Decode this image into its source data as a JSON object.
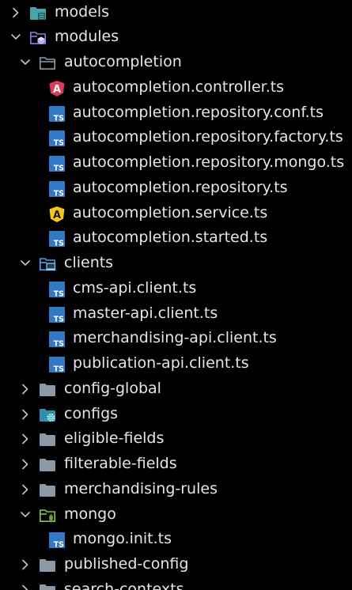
{
  "colors": {
    "background": "#000000",
    "text": "#e6e6e6",
    "chevron": "#c5c5c5",
    "folder_gray": "#8c9aa8",
    "folder_teal": "#4aa3a6",
    "folder_blue": "#42a5f5",
    "folder_mongo": "#8bc34a",
    "ts_blue": "#3178c6",
    "angular_red": "#dd3a59",
    "angular_yellow": "#f5c518"
  },
  "tree": [
    {
      "label": "models",
      "type": "folder",
      "icon": "folder-models-icon",
      "state": "collapsed",
      "depth": 0
    },
    {
      "label": "modules",
      "type": "folder",
      "icon": "folder-modules-open-icon",
      "state": "expanded",
      "depth": 0
    },
    {
      "label": "autocompletion",
      "type": "folder",
      "icon": "folder-open-icon",
      "state": "expanded",
      "depth": 1
    },
    {
      "label": "autocompletion.controller.ts",
      "type": "file",
      "icon": "angular-controller-icon",
      "depth": 2
    },
    {
      "label": "autocompletion.repository.conf.ts",
      "type": "file",
      "icon": "typescript-icon",
      "depth": 2
    },
    {
      "label": "autocompletion.repository.factory.ts",
      "type": "file",
      "icon": "typescript-icon",
      "depth": 2
    },
    {
      "label": "autocompletion.repository.mongo.ts",
      "type": "file",
      "icon": "typescript-icon",
      "depth": 2
    },
    {
      "label": "autocompletion.repository.ts",
      "type": "file",
      "icon": "typescript-icon",
      "depth": 2
    },
    {
      "label": "autocompletion.service.ts",
      "type": "file",
      "icon": "angular-service-icon",
      "depth": 2
    },
    {
      "label": "autocompletion.started.ts",
      "type": "file",
      "icon": "typescript-icon",
      "depth": 2
    },
    {
      "label": "clients",
      "type": "folder",
      "icon": "folder-client-open-icon",
      "state": "expanded",
      "depth": 1
    },
    {
      "label": "cms-api.client.ts",
      "type": "file",
      "icon": "typescript-icon",
      "depth": 2
    },
    {
      "label": "master-api.client.ts",
      "type": "file",
      "icon": "typescript-icon",
      "depth": 2
    },
    {
      "label": "merchandising-api.client.ts",
      "type": "file",
      "icon": "typescript-icon",
      "depth": 2
    },
    {
      "label": "publication-api.client.ts",
      "type": "file",
      "icon": "typescript-icon",
      "depth": 2
    },
    {
      "label": "config-global",
      "type": "folder",
      "icon": "folder-icon",
      "state": "collapsed",
      "depth": 1
    },
    {
      "label": "configs",
      "type": "folder",
      "icon": "folder-config-icon",
      "state": "collapsed",
      "depth": 1
    },
    {
      "label": "eligible-fields",
      "type": "folder",
      "icon": "folder-icon",
      "state": "collapsed",
      "depth": 1
    },
    {
      "label": "filterable-fields",
      "type": "folder",
      "icon": "folder-icon",
      "state": "collapsed",
      "depth": 1
    },
    {
      "label": "merchandising-rules",
      "type": "folder",
      "icon": "folder-icon",
      "state": "collapsed",
      "depth": 1
    },
    {
      "label": "mongo",
      "type": "folder",
      "icon": "folder-mongo-open-icon",
      "state": "expanded",
      "depth": 1
    },
    {
      "label": "mongo.init.ts",
      "type": "file",
      "icon": "typescript-icon",
      "depth": 2
    },
    {
      "label": "published-config",
      "type": "folder",
      "icon": "folder-icon",
      "state": "collapsed",
      "depth": 1
    },
    {
      "label": "search-contexts",
      "type": "folder",
      "icon": "folder-icon",
      "state": "collapsed",
      "depth": 1
    }
  ]
}
